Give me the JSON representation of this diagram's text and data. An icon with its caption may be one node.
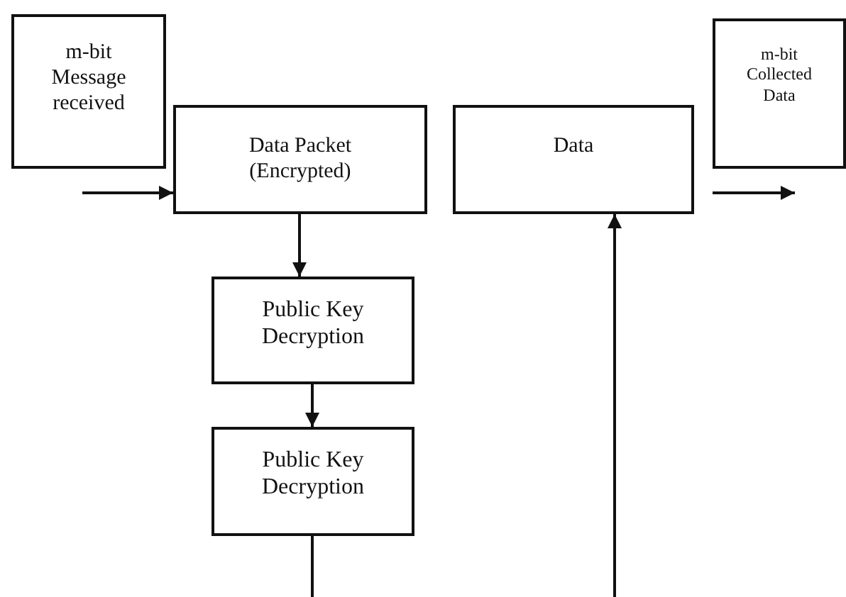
{
  "diagram": {
    "nodes": [
      {
        "text": [
          "m-bit Message received"
        ]
      },
      {
        "text": [
          "Data Packet (Encrypted)"
        ]
      },
      {
        "text": [
          "Data"
        ]
      },
      {
        "text": [
          "m-bit Collected Data"
        ]
      },
      {
        "text": [
          "Public Key Decryption"
        ]
      },
      {
        "text": [
          "Public Key Decryption"
        ]
      }
    ],
    "edges": [
      {
        "from": null,
        "to": 1,
        "arrow": "to"
      },
      {
        "from": 1,
        "to": 4,
        "arrow": "to"
      },
      {
        "from": 4,
        "to": 5,
        "arrow": "to"
      },
      {
        "from": 5,
        "to": null,
        "arrow": "none"
      },
      {
        "from": null,
        "to": 2,
        "arrow": "to"
      },
      {
        "from": 2,
        "to": 3,
        "arrow": "to"
      }
    ]
  }
}
